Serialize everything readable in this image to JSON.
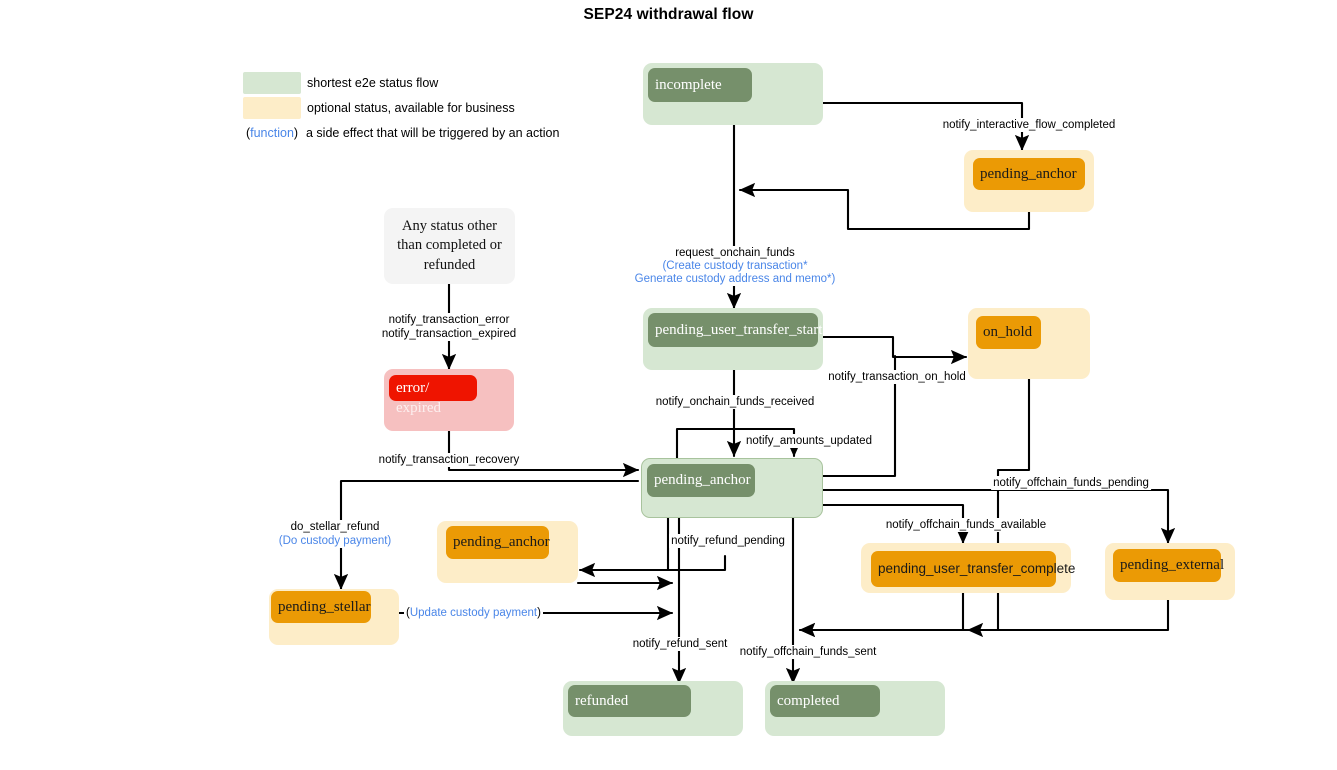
{
  "title": "SEP24 withdrawal flow",
  "colors": {
    "green_fill": "#d6e7d2",
    "green_label": "#76906b",
    "yellow_fill": "#fdedc8",
    "orange_label": "#eb9a05",
    "red_fill": "#f6c0c0",
    "red_label": "#ef1400",
    "grey_fill": "#f4f4f4",
    "function_text": "#4a86e8",
    "edge": "#000000",
    "background": "#ffffff"
  },
  "legend": {
    "rows": [
      {
        "swatch": "#d6e7d2",
        "kind": "swatch",
        "text": "shortest e2e status flow"
      },
      {
        "swatch": "#fdedc8",
        "kind": "swatch",
        "text": "optional status, available for business"
      },
      {
        "kind": "function",
        "open": "(",
        "fn": "function",
        "close": ")",
        "text": "a side effect that will be triggered by an action"
      }
    ]
  },
  "nodes": [
    {
      "id": "incomplete",
      "label": "incomplete",
      "style": "green"
    },
    {
      "id": "pending_anchor_top",
      "label": "pending_anchor",
      "style": "yellow"
    },
    {
      "id": "any_status_other",
      "label": "Any status other than completed or refunded",
      "style": "note"
    },
    {
      "id": "error_expired",
      "label": "error/",
      "label2": "expired",
      "style": "red"
    },
    {
      "id": "pending_user_transfer_start",
      "label": "pending_user_transfer_start",
      "style": "green"
    },
    {
      "id": "on_hold",
      "label": "on_hold",
      "style": "yellow"
    },
    {
      "id": "pending_anchor_center",
      "label": "pending_anchor",
      "style": "green-b"
    },
    {
      "id": "pending_anchor_refund",
      "label": "pending_anchor",
      "style": "yellow"
    },
    {
      "id": "pending_stellar",
      "label": "pending_stellar",
      "style": "yellow"
    },
    {
      "id": "pending_user_transfer_complete",
      "label": "pending_user_transfer_complete",
      "style": "yellow"
    },
    {
      "id": "pending_external",
      "label": "pending_external",
      "style": "yellow"
    },
    {
      "id": "refunded",
      "label": "refunded",
      "style": "green"
    },
    {
      "id": "completed",
      "label": "completed",
      "style": "green"
    }
  ],
  "edge_labels": [
    {
      "id": "notify_interactive_flow_completed",
      "text": "notify_interactive_flow_completed"
    },
    {
      "id": "request_onchain_funds",
      "text": "request_onchain_funds"
    },
    {
      "id": "create_custody_transaction",
      "text": "(Create custody transaction*",
      "fn": true
    },
    {
      "id": "generate_custody_address",
      "text": "Generate custody address and memo*)",
      "fn": true
    },
    {
      "id": "notify_transaction_error",
      "text": "notify_transaction_error"
    },
    {
      "id": "notify_transaction_expired",
      "text": "notify_transaction_expired"
    },
    {
      "id": "notify_transaction_recovery",
      "text": "notify_transaction_recovery"
    },
    {
      "id": "notify_onchain_funds_received",
      "text": "notify_onchain_funds_received"
    },
    {
      "id": "notify_amounts_updated",
      "text": "notify_amounts_updated"
    },
    {
      "id": "notify_transaction_on_hold",
      "text": "notify_transaction_on_hold"
    },
    {
      "id": "notify_offchain_funds_pending",
      "text": "notify_offchain_funds_pending"
    },
    {
      "id": "notify_offchain_funds_available",
      "text": "notify_offchain_funds_available"
    },
    {
      "id": "notify_refund_pending",
      "text": "notify_refund_pending"
    },
    {
      "id": "do_stellar_refund",
      "text": "do_stellar_refund"
    },
    {
      "id": "do_custody_payment",
      "text": "(Do custody payment)",
      "fn": true
    },
    {
      "id": "update_custody_payment_open",
      "text": "("
    },
    {
      "id": "update_custody_payment",
      "text": "Update custody payment",
      "fn": true
    },
    {
      "id": "update_custody_payment_close",
      "text": ")"
    },
    {
      "id": "notify_refund_sent",
      "text": "notify_refund_sent"
    },
    {
      "id": "notify_offchain_funds_sent",
      "text": "notify_offchain_funds_sent"
    }
  ]
}
